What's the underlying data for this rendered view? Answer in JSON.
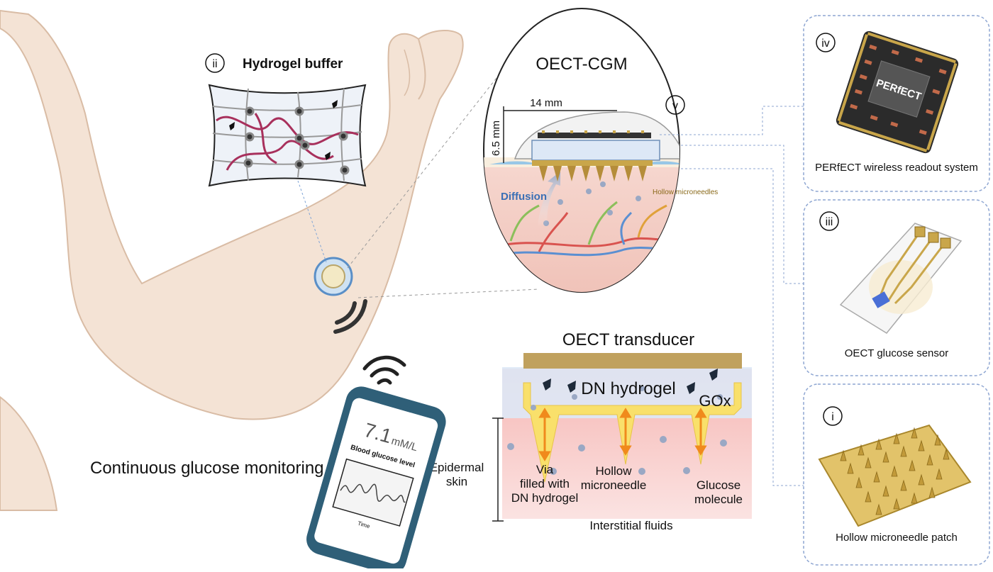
{
  "labels": {
    "hydrogel_buffer": "Hydrogel buffer",
    "oect_cgm": "OECT-CGM",
    "dim_width": "14 mm",
    "dim_height": "6.5 mm",
    "diffusion": "Diffusion",
    "hollow_microneedles": "Hollow microneedles",
    "oect_transducer": "OECT transducer",
    "dn_hydrogel": "DN hydrogel",
    "gox": "GOx",
    "epidermal_1": "Epidermal",
    "epidermal_2": "skin",
    "via_1": "Via",
    "via_2": "filled with",
    "via_3": "DN hydrogel",
    "hollow_1": "Hollow",
    "hollow_2": "microneedle",
    "glucose_1": "Glucose",
    "glucose_2": "molecule",
    "interstitial": "Interstitial fluids",
    "cgm": "Continuous glucose monitoring"
  },
  "phone": {
    "value": "7.1",
    "unit": "mM/L",
    "label": "Blood glucose level",
    "axis": "Time"
  },
  "markers": {
    "i": "i",
    "ii": "ii",
    "iii": "iii",
    "iv": "iv",
    "v": "v"
  },
  "panels": {
    "iv": {
      "caption": "PERfECT wireless readout system",
      "chip_text": "PERfECT"
    },
    "iii": {
      "caption": "OECT glucose sensor"
    },
    "i": {
      "caption": "Hollow microneedle patch"
    }
  },
  "colors": {
    "skin": "#f4e3d5",
    "skin_outline": "#d9bca5",
    "polymer": "#a8305c",
    "hydrogel_blue": "#dde8f6",
    "needle_yellow": "#f9e06b",
    "arrow_orange": "#f08a1c",
    "panel_border": "#8ea6d2",
    "phone_body": "#2f5f78",
    "gold": "#c9a64a"
  }
}
